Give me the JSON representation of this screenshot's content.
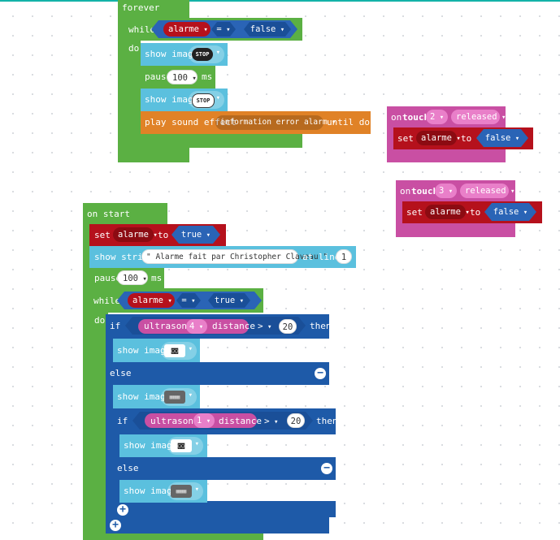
{
  "colors": {
    "loops": "#5bb043",
    "basic": "#5bc0de",
    "music": "#e08227",
    "variables": "#b5111c",
    "logic": "#1e5aa8",
    "input": "#c94fa3",
    "workspace_dot": "#d6d9de"
  },
  "forever_block": {
    "label": "forever",
    "while_label": "while",
    "var": "alarme",
    "op": "=",
    "value": "false",
    "do_label": "do",
    "show_image_1": "show image",
    "icon_1": "stop-sign-icon",
    "icon_1_text": "STOP",
    "pause_label": "pause",
    "pause_value": "100",
    "pause_unit": "ms",
    "show_image_2": "show image",
    "icon_2": "stop-sign-outline-icon",
    "icon_2_text": "STOP",
    "play_label": "play sound effect",
    "sound": "information error alarm",
    "until_done": "until done"
  },
  "touch2_block": {
    "on_label": "on",
    "touch_label": "touch",
    "pin": "2",
    "event": "released",
    "set_label": "set",
    "var": "alarme",
    "to_label": "to",
    "value": "false"
  },
  "touch3_block": {
    "on_label": "on",
    "touch_label": "touch",
    "pin": "3",
    "event": "released",
    "set_label": "set",
    "var": "alarme",
    "to_label": "to",
    "value": "false"
  },
  "start_block": {
    "label": "on start",
    "set_label": "set",
    "var": "alarme",
    "to_label": "to",
    "value": "true",
    "show_string_label": "show string",
    "string_value": "\" Alarme fait par Christopher Claveau \"",
    "at_line_label": "at line",
    "line_value": "1",
    "pause_label": "pause",
    "pause_value": "100",
    "pause_unit": "ms",
    "while_label": "while",
    "while_var": "alarme",
    "while_op": "=",
    "while_value": "true",
    "do_label": "do",
    "if1": {
      "if_label": "if",
      "sensor": "ultrasonic",
      "port": "4",
      "distance_label": "distance",
      "op": ">",
      "threshold": "20",
      "then_label": "then",
      "show_image": "show image",
      "icon": "robot-face-icon",
      "else_label": "else",
      "else_show_image": "show image",
      "else_icon": "lcd-panel-icon"
    },
    "if2": {
      "if_label": "if",
      "sensor": "ultrasonic",
      "port": "1",
      "distance_label": "distance",
      "op": ">",
      "threshold": "20",
      "then_label": "then",
      "show_image": "show image",
      "icon": "robot-face-icon",
      "else_label": "else",
      "else_show_image": "show image",
      "else_icon": "lcd-panel-icon"
    }
  }
}
